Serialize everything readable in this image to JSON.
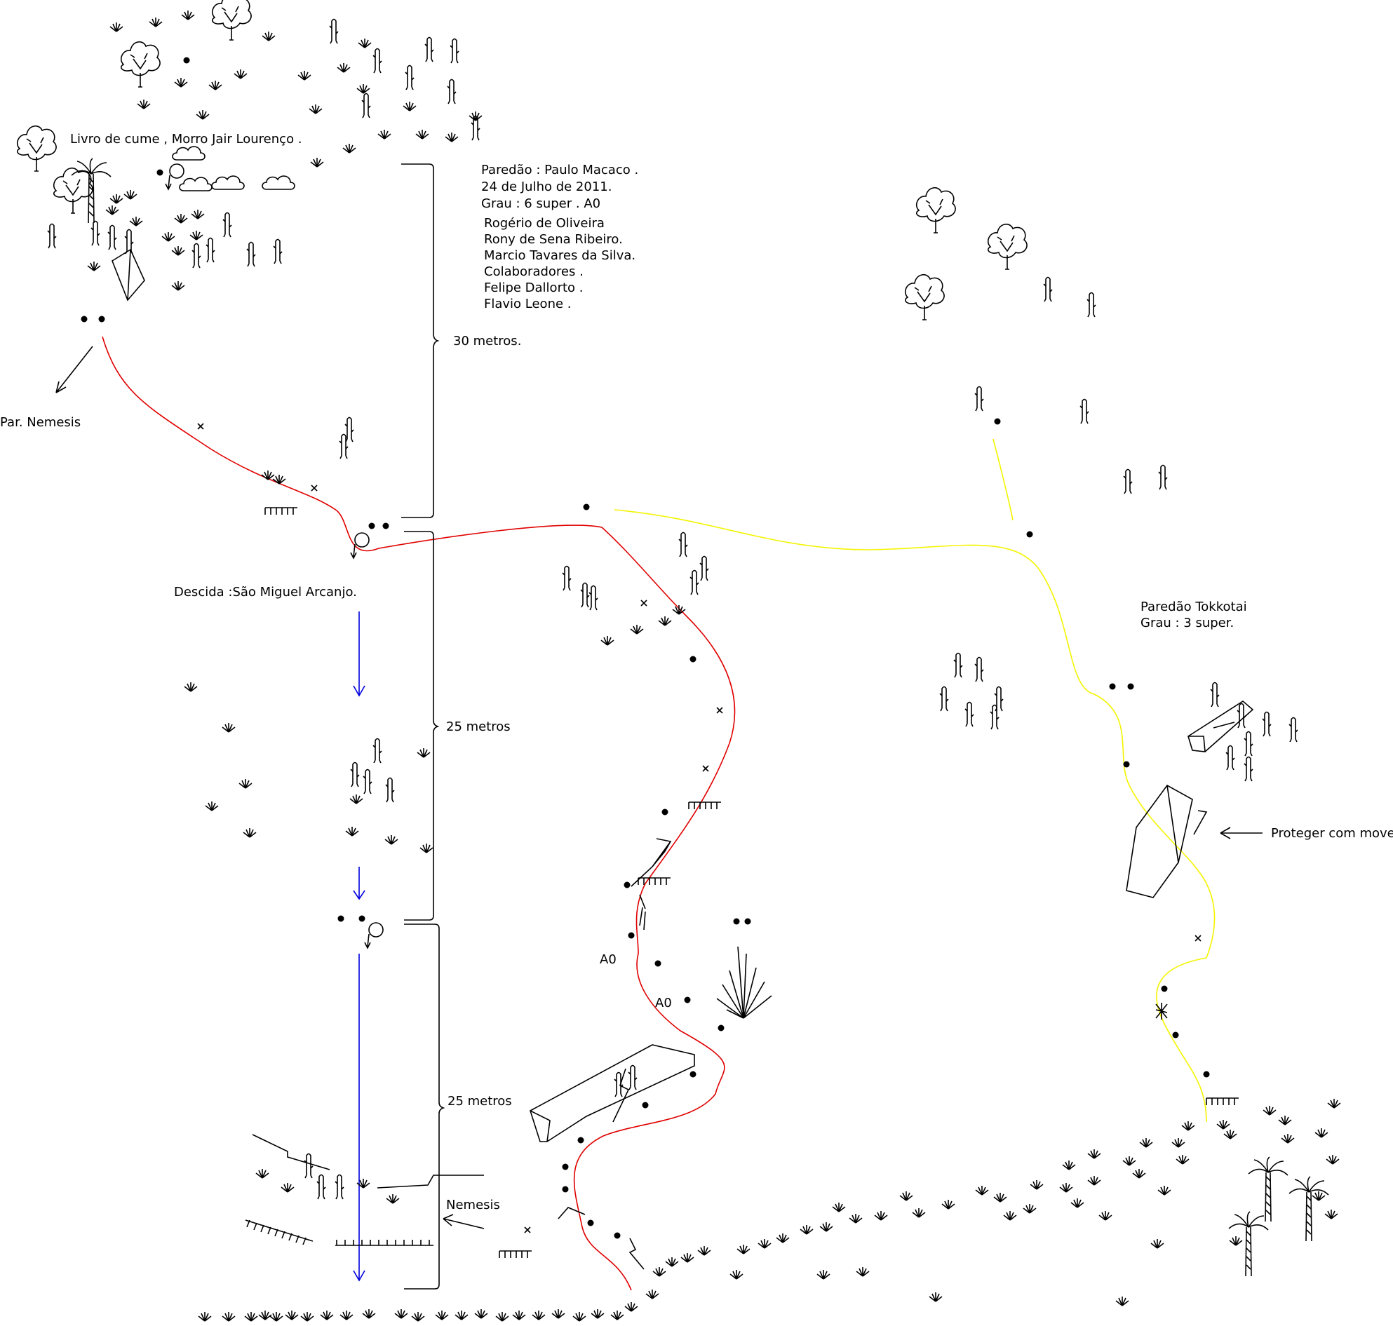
{
  "labels": {
    "summit": "Livro de cume , Morro Jair Lourenço .",
    "par_nemesis": "Par. Nemesis",
    "descent": "Descida :São Miguel Arcanjo.",
    "nemesis": "Nemesis",
    "a0_1": "A0",
    "a0_2": "A0",
    "protect": "Proteger com movel."
  },
  "route_macaco": {
    "lines": [
      "Paredão : Paulo Macaco .",
      "24 de Julho de 2011.",
      "Grau : 6 super . A0",
      "Rogério de Oliveira",
      "Rony de Sena Ribeiro.",
      "Marcio Tavares da Silva.",
      "Colaboradores .",
      "Felipe Dallorto .",
      "Flavio Leone ."
    ]
  },
  "route_tokkotai": {
    "lines": [
      "Paredão Tokkotai",
      "Grau : 3 super."
    ]
  },
  "pitches": [
    {
      "label": "30 metros."
    },
    {
      "label": "25 metros"
    },
    {
      "label": "25 metros"
    }
  ],
  "colors": {
    "macaco_route": "#e00000",
    "tokkotai_route": "#f4f400",
    "rappel": "#0000dd",
    "ink": "#000000"
  },
  "icons": [
    "tree-icon",
    "palm-icon",
    "grass-tuft-icon",
    "bromeliad-icon",
    "cloud-icon",
    "bolt-icon",
    "rappel-ring-icon",
    "ledge-hatch-icon",
    "arrow-icon",
    "x-mark-icon"
  ]
}
